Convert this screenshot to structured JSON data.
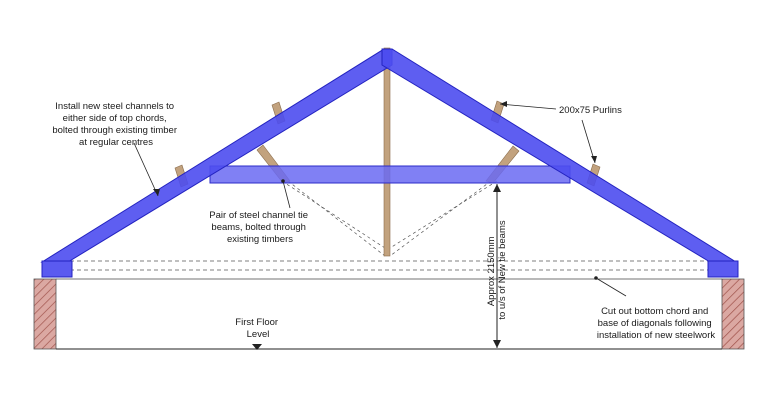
{
  "annotations": {
    "steel_channels": [
      "Install new steel channels to",
      "either side of top chords,",
      "bolted through existing timber",
      "at regular centres"
    ],
    "purlins": "200x75 Purlins",
    "tie_beams": [
      "Pair of steel channel tie",
      "beams, bolted through",
      "existing timbers"
    ],
    "dimension": [
      "Approx 2150mm",
      "to u/s of New tie beams"
    ],
    "cut_out": [
      "Cut out bottom chord and",
      "base of diagonals following",
      "installation of new steelwork"
    ],
    "floor": [
      "First Floor",
      "Level"
    ]
  },
  "colors": {
    "steel_fill": "#6a6af2",
    "steel_stroke": "#2b2bc9",
    "timber": "#c2a27e",
    "timber_stroke": "#8a6c4c",
    "masonry": "#d9a5a0",
    "masonry_hatch": "#a0524b"
  }
}
